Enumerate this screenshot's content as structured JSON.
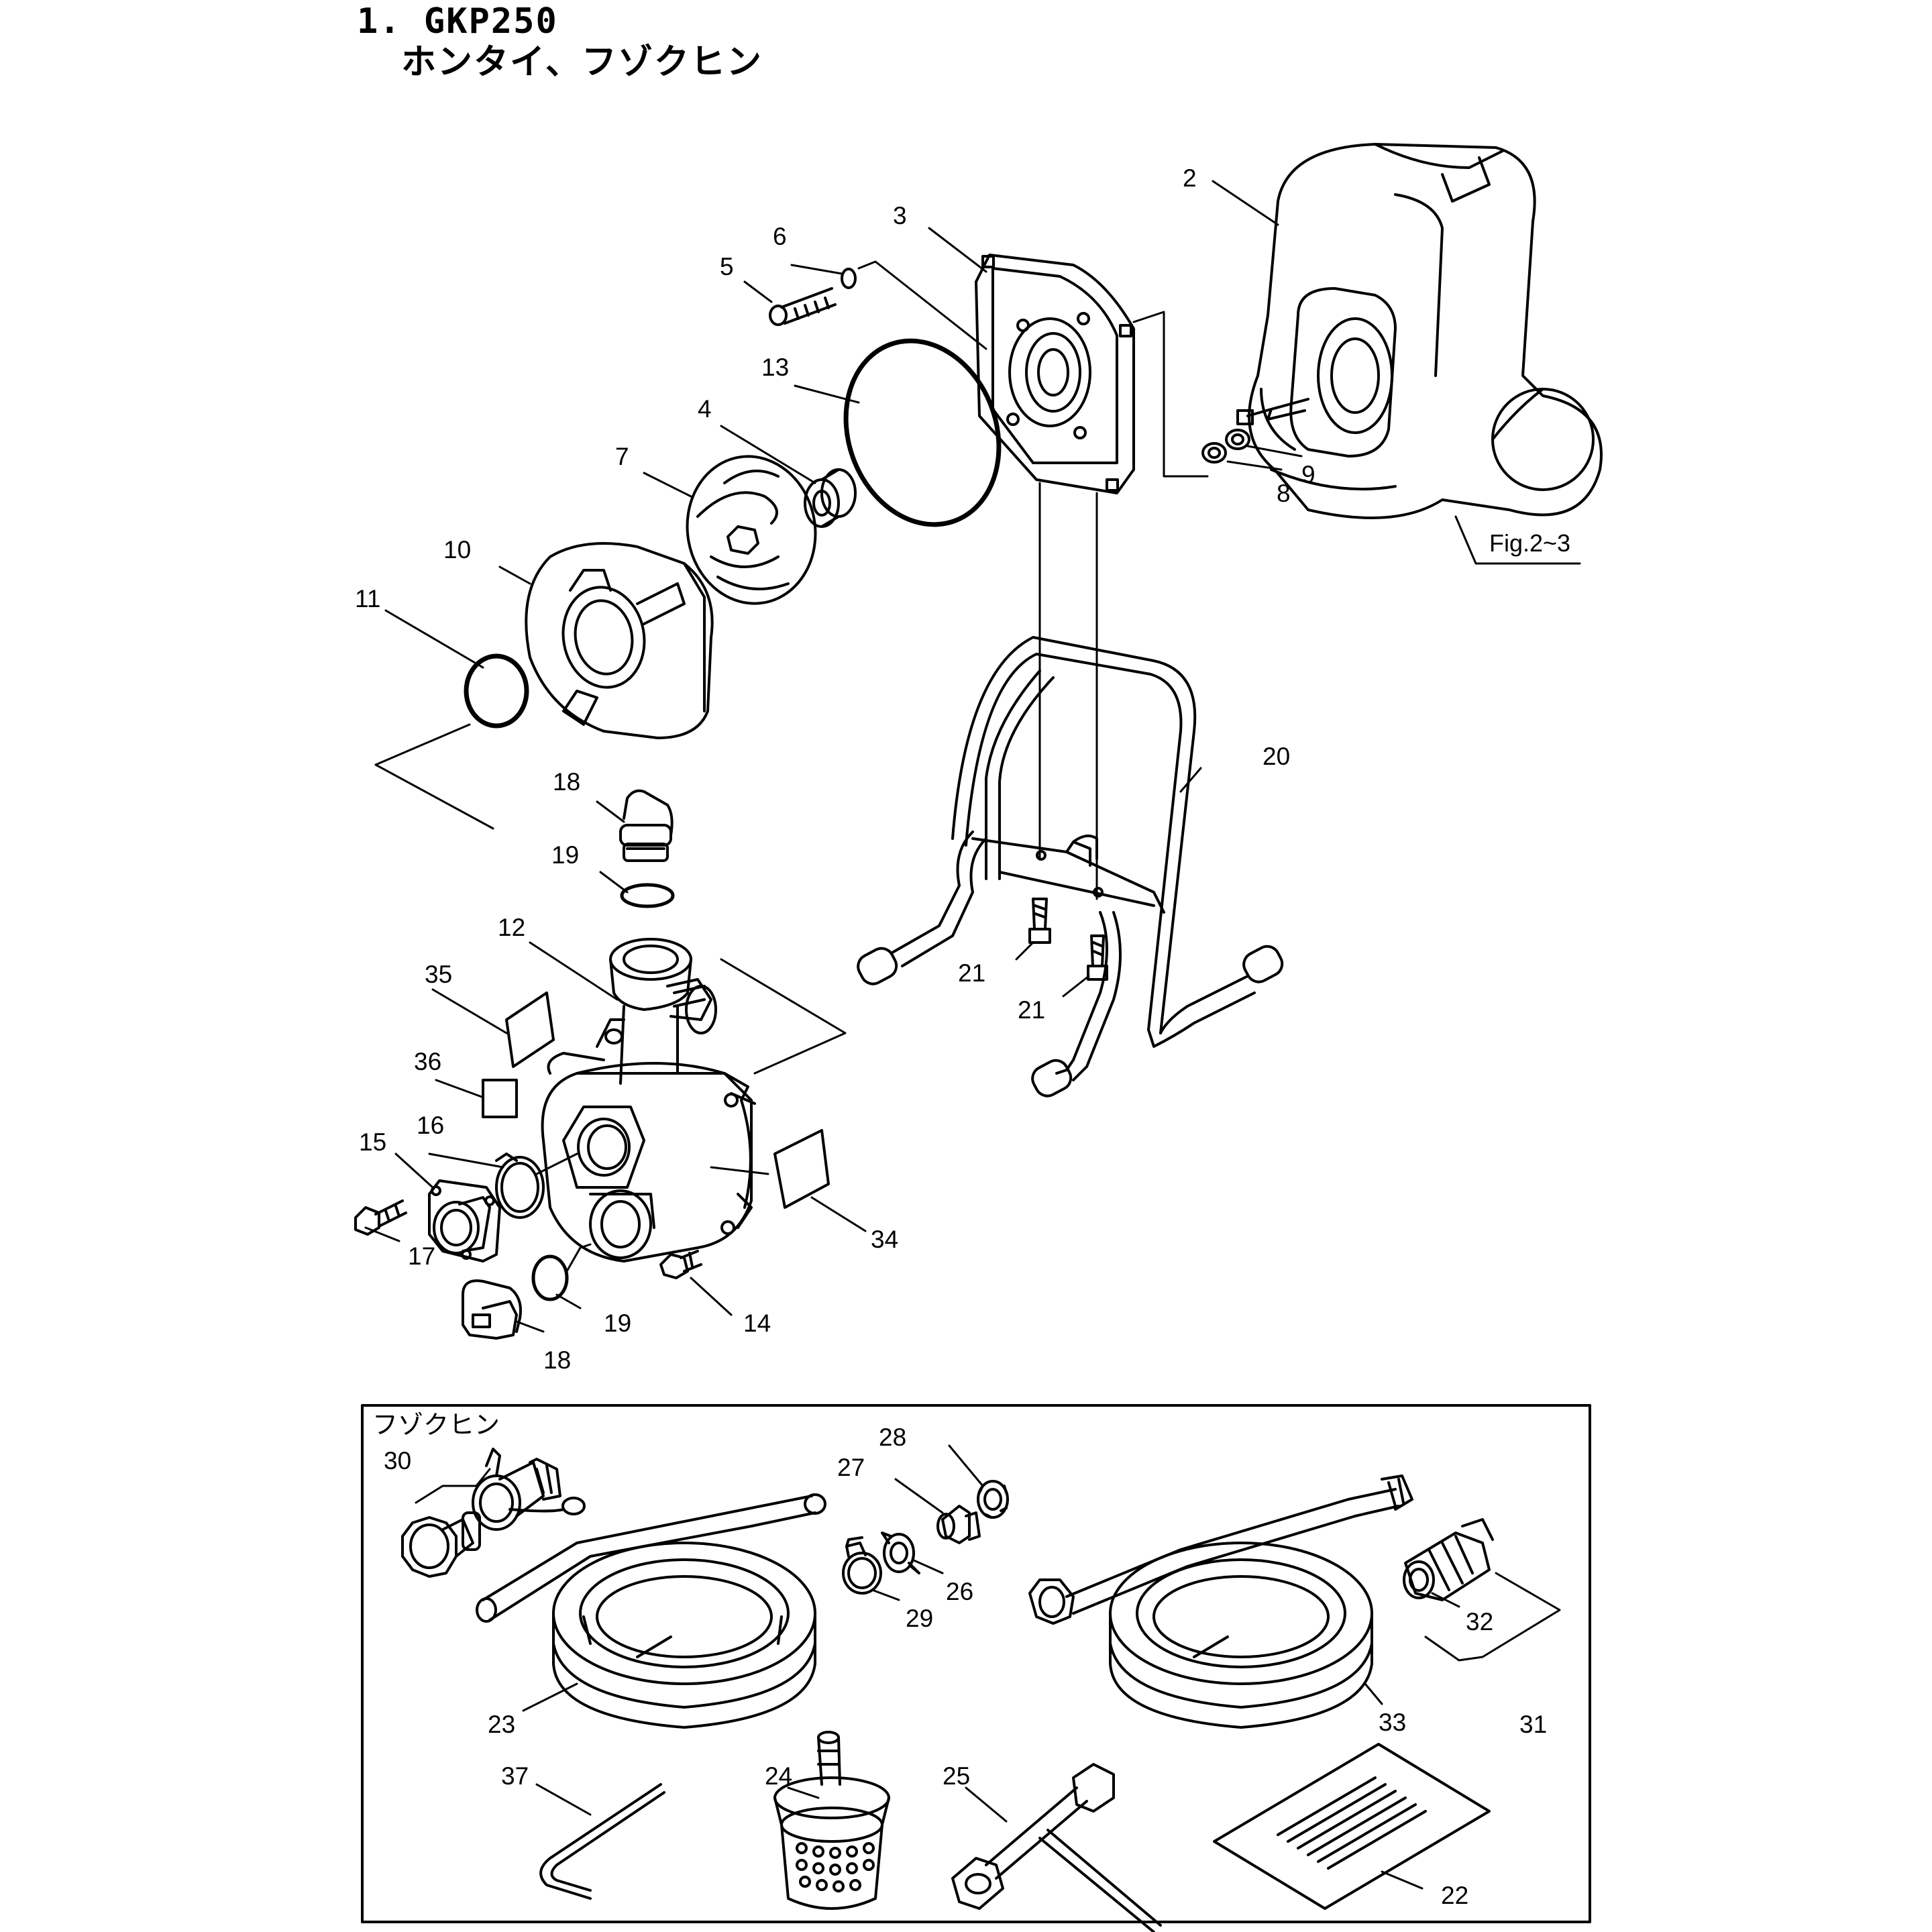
{
  "header": {
    "title": "1. GKP250",
    "subtitle": "ホンタイ、フゾクヒン"
  },
  "figure_ref": "Fig.2~3",
  "accessories_title": "フゾクヒン",
  "callouts": {
    "p2": "2",
    "p3": "3",
    "p4": "4",
    "p5": "5",
    "p6": "6",
    "p7": "7",
    "p8": "8",
    "p9": "9",
    "p10": "10",
    "p11": "11",
    "p12": "12",
    "p13": "13",
    "p14": "14",
    "p15": "15",
    "p16": "16",
    "p17": "17",
    "p18a": "18",
    "p18b": "18",
    "p19a": "19",
    "p19b": "19",
    "p20": "20",
    "p21a": "21",
    "p21b": "21",
    "p22": "22",
    "p23": "23",
    "p24": "24",
    "p25": "25",
    "p26": "26",
    "p27": "27",
    "p28": "28",
    "p29": "29",
    "p30": "30",
    "p31": "31",
    "p32": "32",
    "p33": "33",
    "p34": "34",
    "p35": "35",
    "p36": "36",
    "p37": "37"
  },
  "colors": {
    "line": "#000000",
    "background": "#ffffff"
  }
}
